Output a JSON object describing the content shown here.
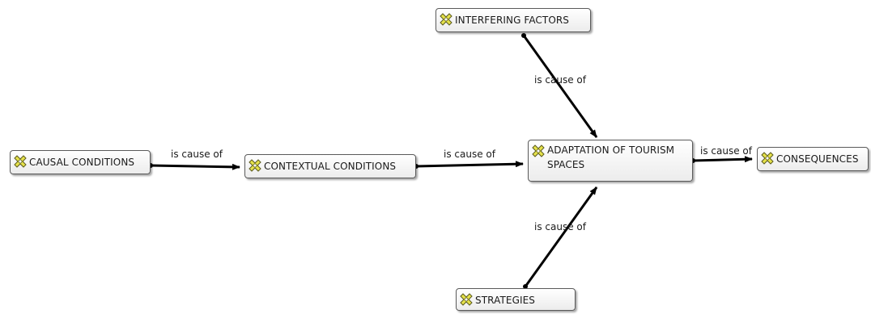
{
  "nodes": {
    "interfering": {
      "label": "INTERFERING FACTORS",
      "icon": "code-icon"
    },
    "causal": {
      "label": "CAUSAL CONDITIONS",
      "icon": "code-icon"
    },
    "contextual": {
      "label": "CONTEXTUAL CONDITIONS",
      "icon": "code-icon"
    },
    "adaptation": {
      "label": "ADAPTATION OF TOURISM SPACES",
      "icon": "code-icon"
    },
    "consequences": {
      "label": "CONSEQUENCES",
      "icon": "code-icon"
    },
    "strategies": {
      "label": "STRATEGIES",
      "icon": "code-icon"
    }
  },
  "edges": [
    {
      "from": "causal",
      "to": "contextual",
      "label": "is cause of"
    },
    {
      "from": "contextual",
      "to": "adaptation",
      "label": "is cause of"
    },
    {
      "from": "interfering",
      "to": "adaptation",
      "label": "is cause of"
    },
    {
      "from": "strategies",
      "to": "adaptation",
      "label": "is cause of"
    },
    {
      "from": "adaptation",
      "to": "consequences",
      "label": "is cause of"
    }
  ],
  "colors": {
    "edge": "#000000",
    "icon_fill": "#e6e24a",
    "node_border": "#5a5a5a"
  }
}
